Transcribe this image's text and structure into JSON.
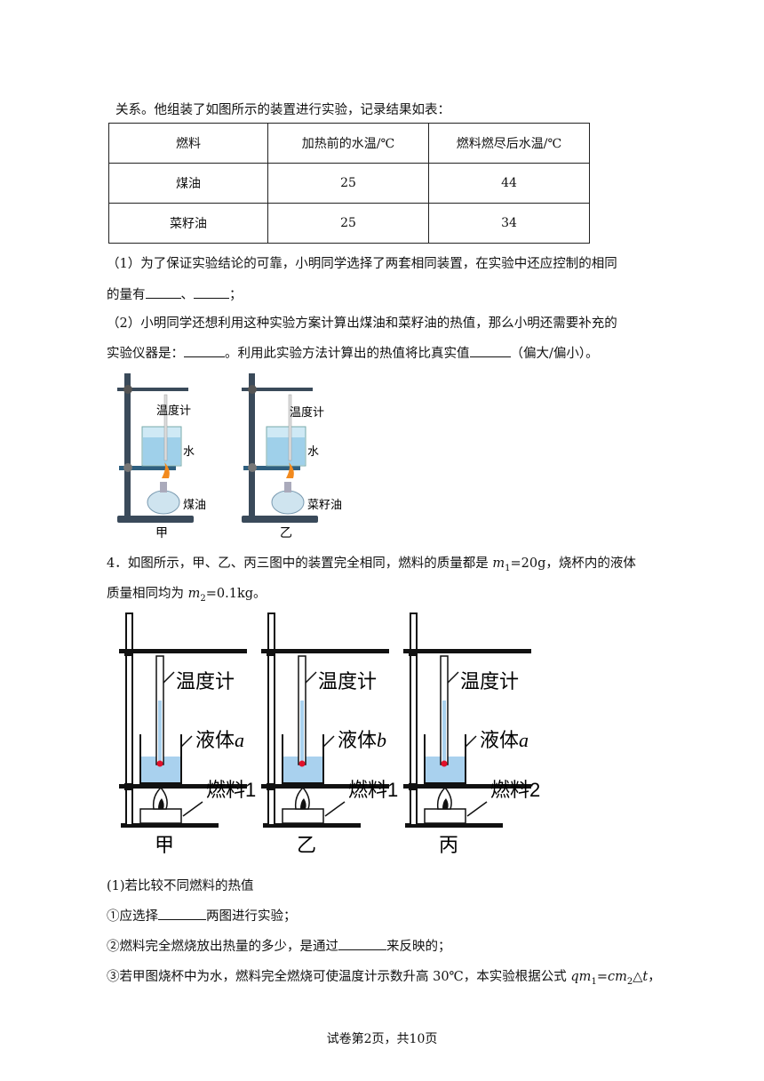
{
  "intro": "关系。他组装了如图所示的装置进行实验，记录结果如表：",
  "table": {
    "headers": [
      "燃料",
      "加热前的水温/℃",
      "燃料燃尽后水温/℃"
    ],
    "rows": [
      [
        "煤油",
        "25",
        "44"
      ],
      [
        "菜籽油",
        "25",
        "34"
      ]
    ]
  },
  "q1": {
    "line1": "（1）为了保证实验结论的可靠，小明同学选择了两套相同装置，在实验中还应控制的相同",
    "line2a": "的量有",
    "line2b": "、",
    "line2c": "；"
  },
  "q2": {
    "line1": "（2）小明同学还想利用这种实验方案计算出煤油和菜籽油的热值，那么小明还需要补充的",
    "line2a": "实验仪器是：",
    "line2b": "。利用此实验方法计算出的热值将比真实值",
    "line2c": "（偏大/偏小）。"
  },
  "fig1": {
    "left": {
      "thermo": "温度计",
      "water": "水",
      "fuel": "煤油",
      "caption": "甲"
    },
    "right": {
      "thermo": "温度计",
      "water": "水",
      "fuel": "菜籽油",
      "caption": "乙"
    }
  },
  "q4": {
    "line1a": "4．如图所示，甲、乙、丙三图中的装置完全相同，燃料的质量都是 ",
    "m1": "m",
    "m1sub": "1",
    "line1b": "=20g，烧杯内的液体",
    "line2a": "质量相同均为 ",
    "m2": "m",
    "m2sub": "2",
    "line2b": "=0.1kg。"
  },
  "fig2": {
    "a": {
      "thermo": "温度计",
      "liquid": "液体",
      "liquid_var": "a",
      "fuel": "燃料1",
      "caption": "甲"
    },
    "b": {
      "thermo": "温度计",
      "liquid": "液体",
      "liquid_var": "b",
      "fuel": "燃料1",
      "caption": "乙"
    },
    "c": {
      "thermo": "温度计",
      "liquid": "液体",
      "liquid_var": "a",
      "fuel": "燃料2",
      "caption": "丙"
    }
  },
  "sub1": {
    "title": "(1)若比较不同燃料的热值",
    "s1a": "①应选择",
    "s1b": "两图进行实验；",
    "s2a": "②燃料完全燃烧放出热量的多少，是通过",
    "s2b": "来反映的；",
    "s3a": "③若甲图烧杯中为水，燃料完全燃烧可使温度计示数升高 30℃，本实验根据公式 ",
    "formula_q": "qm",
    "formula_sub1": "1",
    "formula_eq": "=",
    "formula_c": "cm",
    "formula_sub2": "2",
    "formula_dt": "△t",
    "s3end": "，"
  },
  "footer": "试卷第2页，共10页"
}
